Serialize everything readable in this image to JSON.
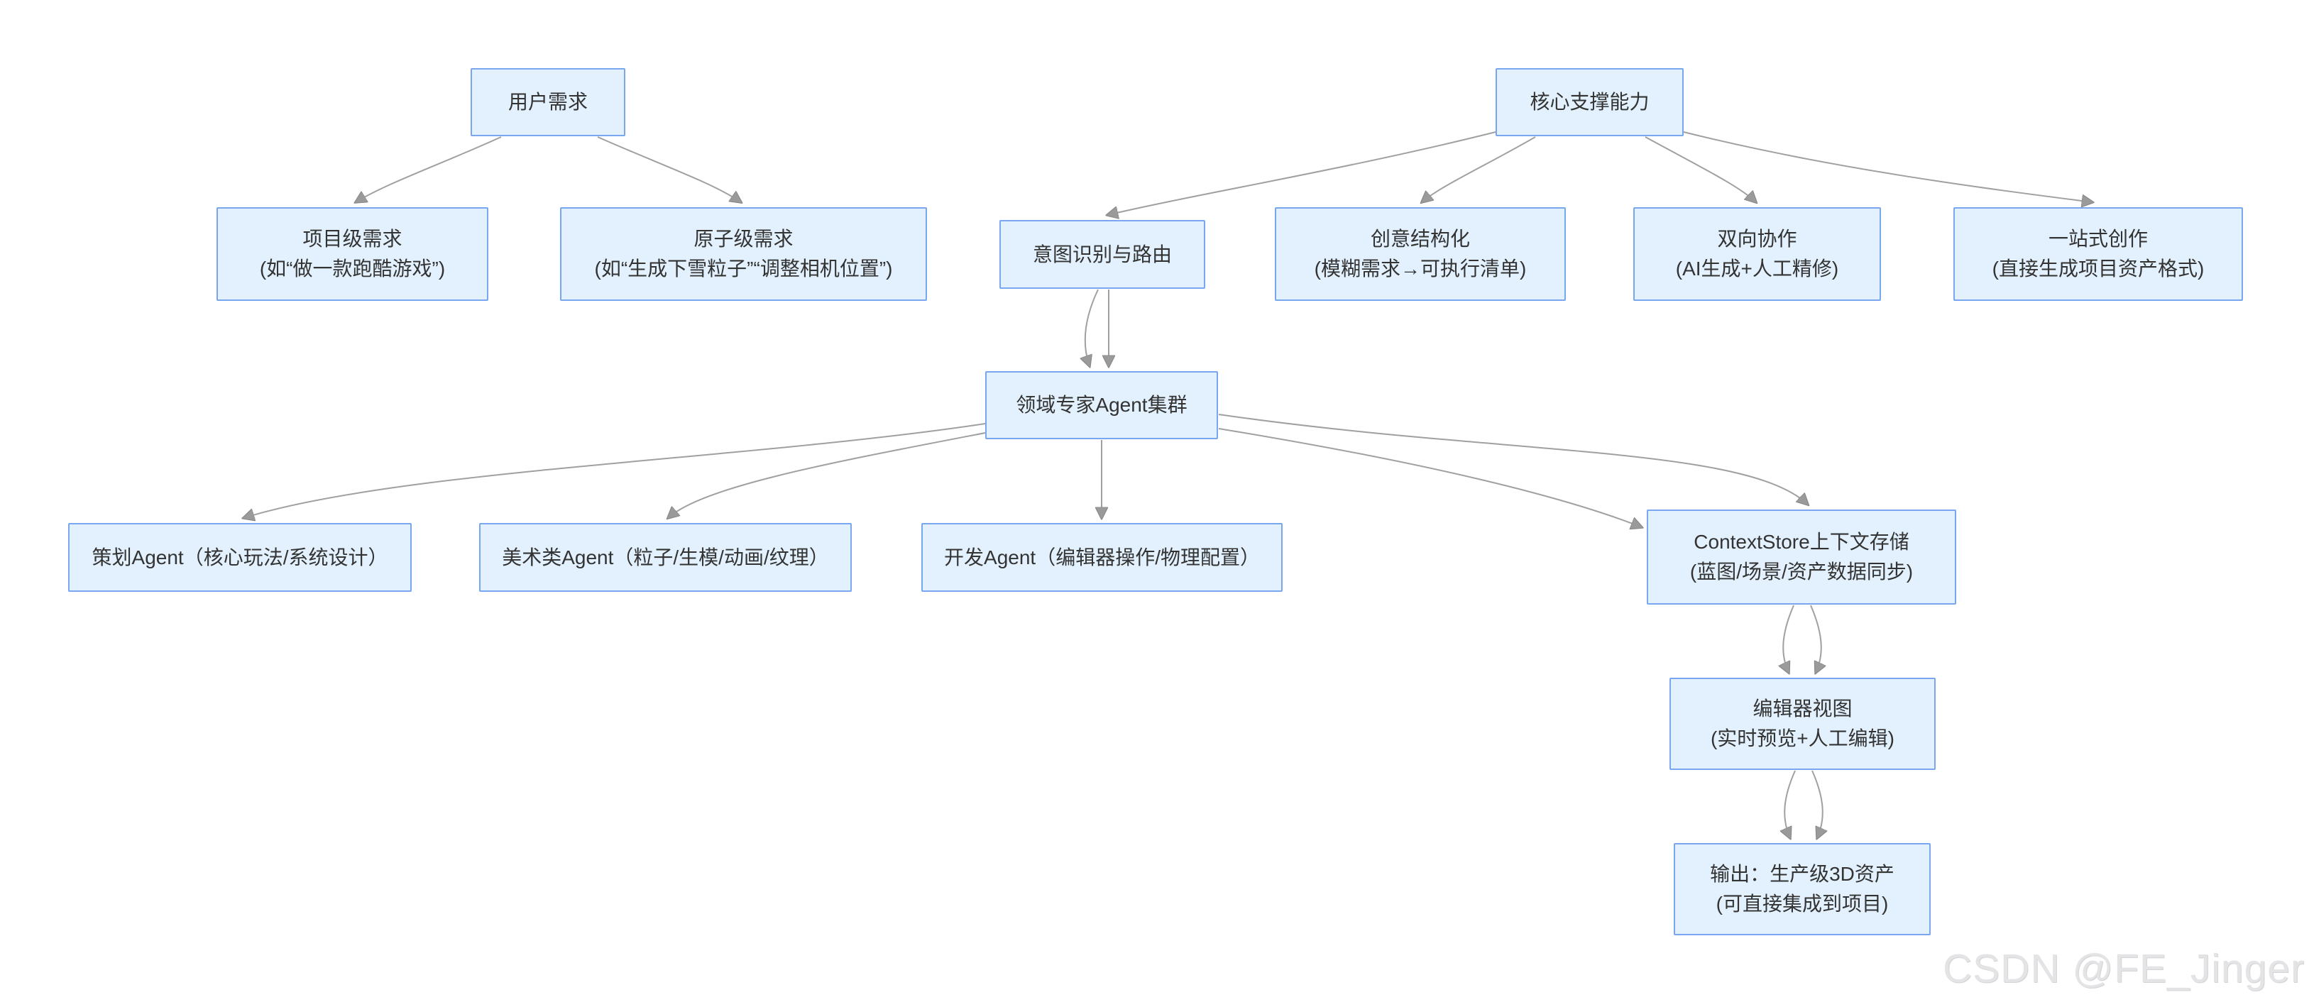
{
  "watermark": "CSDN @FE_Jinger",
  "colors": {
    "node_fill": "#e2f1fd",
    "node_border": "#78a7ef",
    "edge": "#a0a0a0",
    "arrowhead": "#9a9a9a",
    "text": "#333333",
    "watermark": "#e4e4e6"
  },
  "nodes": {
    "user_requirements": {
      "title": "用户需求"
    },
    "core_capabilities": {
      "title": "核心支撑能力"
    },
    "project_level": {
      "title": "项目级需求",
      "subtitle": "(如“做一款跑酷游戏”)"
    },
    "atomic_level": {
      "title": "原子级需求",
      "subtitle": "(如“生成下雪粒子”“调整相机位置”)"
    },
    "intent_routing": {
      "title": "意图识别与路由"
    },
    "idea_structuring": {
      "title": "创意结构化",
      "subtitle": "(模糊需求→可执行清单)"
    },
    "bidirectional_collab": {
      "title": "双向协作",
      "subtitle": "(AI生成+人工精修)"
    },
    "one_stop_creation": {
      "title": "一站式创作",
      "subtitle": "(直接生成项目资产格式)"
    },
    "agent_cluster": {
      "title": "领域专家Agent集群"
    },
    "planning_agent": {
      "title": "策划Agent（核心玩法/系统设计）"
    },
    "art_agent": {
      "title": "美术类Agent（粒子/生模/动画/纹理）"
    },
    "dev_agent": {
      "title": "开发Agent（编辑器操作/物理配置）"
    },
    "context_store": {
      "title": "ContextStore上下文存储",
      "subtitle": "(蓝图/场景/资产数据同步)"
    },
    "editor_view": {
      "title": "编辑器视图",
      "subtitle": "(实时预览+人工编辑)"
    },
    "output": {
      "title": "输出：生产级3D资产",
      "subtitle": "(可直接集成到项目)"
    }
  },
  "edges": [
    {
      "from": "user_requirements",
      "to": "project_level"
    },
    {
      "from": "user_requirements",
      "to": "atomic_level"
    },
    {
      "from": "core_capabilities",
      "to": "intent_routing"
    },
    {
      "from": "core_capabilities",
      "to": "idea_structuring"
    },
    {
      "from": "core_capabilities",
      "to": "bidirectional_collab"
    },
    {
      "from": "core_capabilities",
      "to": "one_stop_creation"
    },
    {
      "from": "intent_routing",
      "to": "agent_cluster",
      "double": true
    },
    {
      "from": "agent_cluster",
      "to": "planning_agent"
    },
    {
      "from": "agent_cluster",
      "to": "art_agent"
    },
    {
      "from": "agent_cluster",
      "to": "dev_agent"
    },
    {
      "from": "agent_cluster",
      "to": "context_store",
      "double": true
    },
    {
      "from": "context_store",
      "to": "editor_view",
      "double": true
    },
    {
      "from": "editor_view",
      "to": "output",
      "double": true
    }
  ]
}
